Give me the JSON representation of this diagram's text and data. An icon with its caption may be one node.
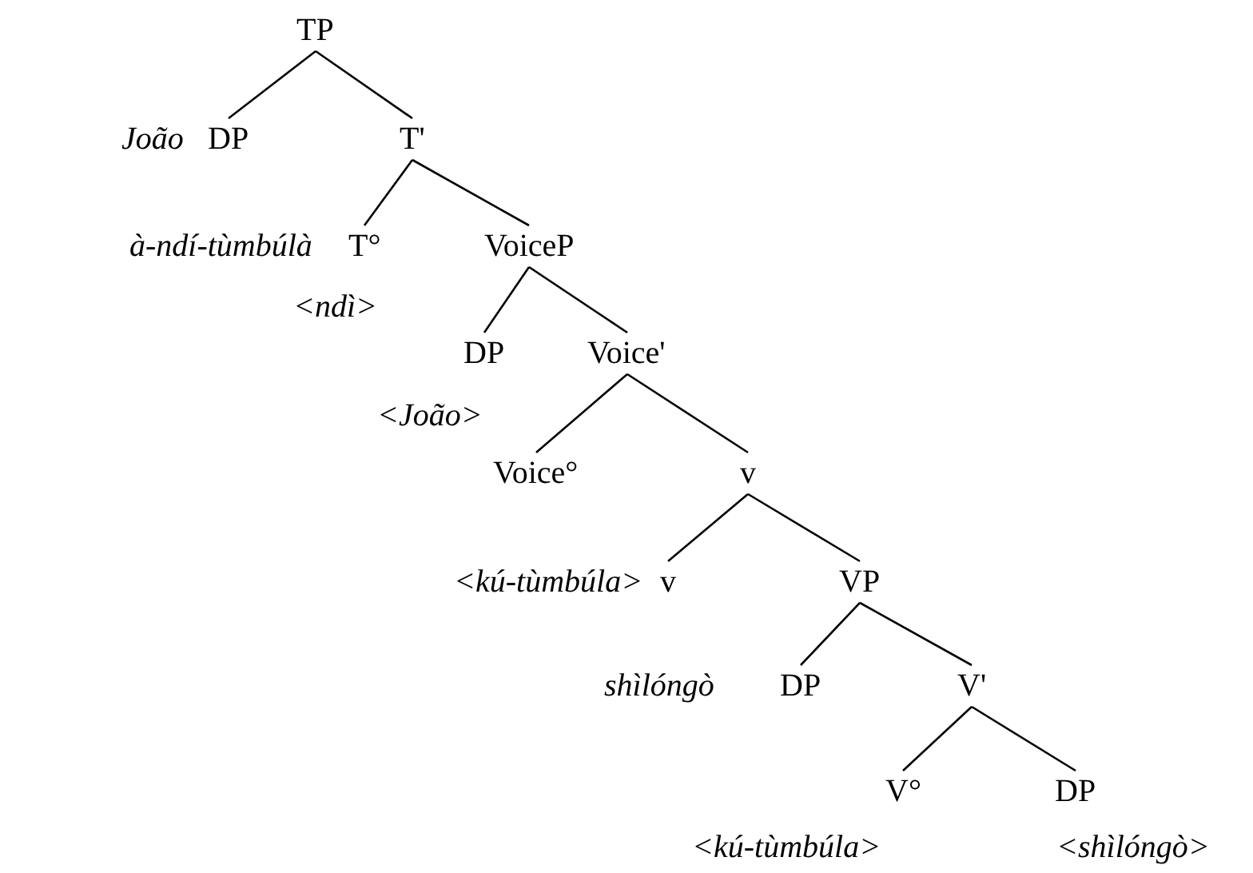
{
  "diagram": {
    "nodes": [
      {
        "text": [
          "TP"
        ]
      },
      {
        "text": [
          "DP"
        ],
        "beside": [
          "João"
        ]
      },
      {
        "text": [
          "T'"
        ]
      },
      {
        "text": [
          "T°"
        ],
        "beside": [
          "à-ndí-tùmbúlà",
          "<ndì>"
        ]
      },
      {
        "text": [
          "VoiceP"
        ]
      },
      {
        "text": [
          "DP"
        ],
        "beside": [
          "<João>"
        ]
      },
      {
        "text": [
          "Voice'"
        ]
      },
      {
        "text": [
          "Voice°"
        ]
      },
      {
        "text": [
          "v"
        ]
      },
      {
        "text": [
          "v"
        ],
        "beside": [
          "<kú-tùmbúla>"
        ]
      },
      {
        "text": [
          "VP"
        ]
      },
      {
        "text": [
          "DP"
        ],
        "beside": [
          "shìlóngò"
        ]
      },
      {
        "text": [
          "V'"
        ]
      },
      {
        "text": [
          "V°"
        ],
        "beside": [
          "<kú-tùmbúla>"
        ]
      },
      {
        "text": [
          "DP"
        ],
        "beside": [
          "<shìlóngò>"
        ]
      }
    ],
    "edges": [
      {
        "from": 0,
        "to": 1,
        "arrow": "none"
      },
      {
        "from": 0,
        "to": 2,
        "arrow": "none"
      },
      {
        "from": 2,
        "to": 3,
        "arrow": "none"
      },
      {
        "from": 2,
        "to": 4,
        "arrow": "none"
      },
      {
        "from": 4,
        "to": 5,
        "arrow": "none"
      },
      {
        "from": 4,
        "to": 6,
        "arrow": "none"
      },
      {
        "from": 6,
        "to": 7,
        "arrow": "none"
      },
      {
        "from": 6,
        "to": 8,
        "arrow": "none"
      },
      {
        "from": 8,
        "to": 9,
        "arrow": "none"
      },
      {
        "from": 8,
        "to": 10,
        "arrow": "none"
      },
      {
        "from": 10,
        "to": 11,
        "arrow": "none"
      },
      {
        "from": 10,
        "to": 12,
        "arrow": "none"
      },
      {
        "from": 12,
        "to": 13,
        "arrow": "none"
      },
      {
        "from": 12,
        "to": 14,
        "arrow": "none"
      }
    ]
  }
}
